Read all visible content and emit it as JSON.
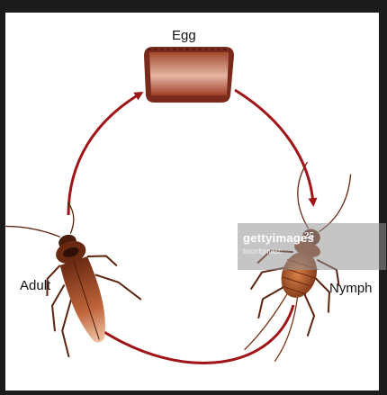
{
  "stages": {
    "egg": "Egg",
    "nymph": "Nymph",
    "adult": "Adult"
  },
  "watermark": {
    "logo": "gettyimages",
    "badge": "25",
    "credit": "bsonfgmasc"
  },
  "colors": {
    "arrow": "#a01418",
    "egg_dark": "#7a1f14",
    "egg_light": "#e8b8a0",
    "body_dark": "#5a2410",
    "body_light": "#c96a3a"
  },
  "icons": [
    "egg-capsule-icon",
    "nymph-icon",
    "adult-cockroach-icon"
  ]
}
